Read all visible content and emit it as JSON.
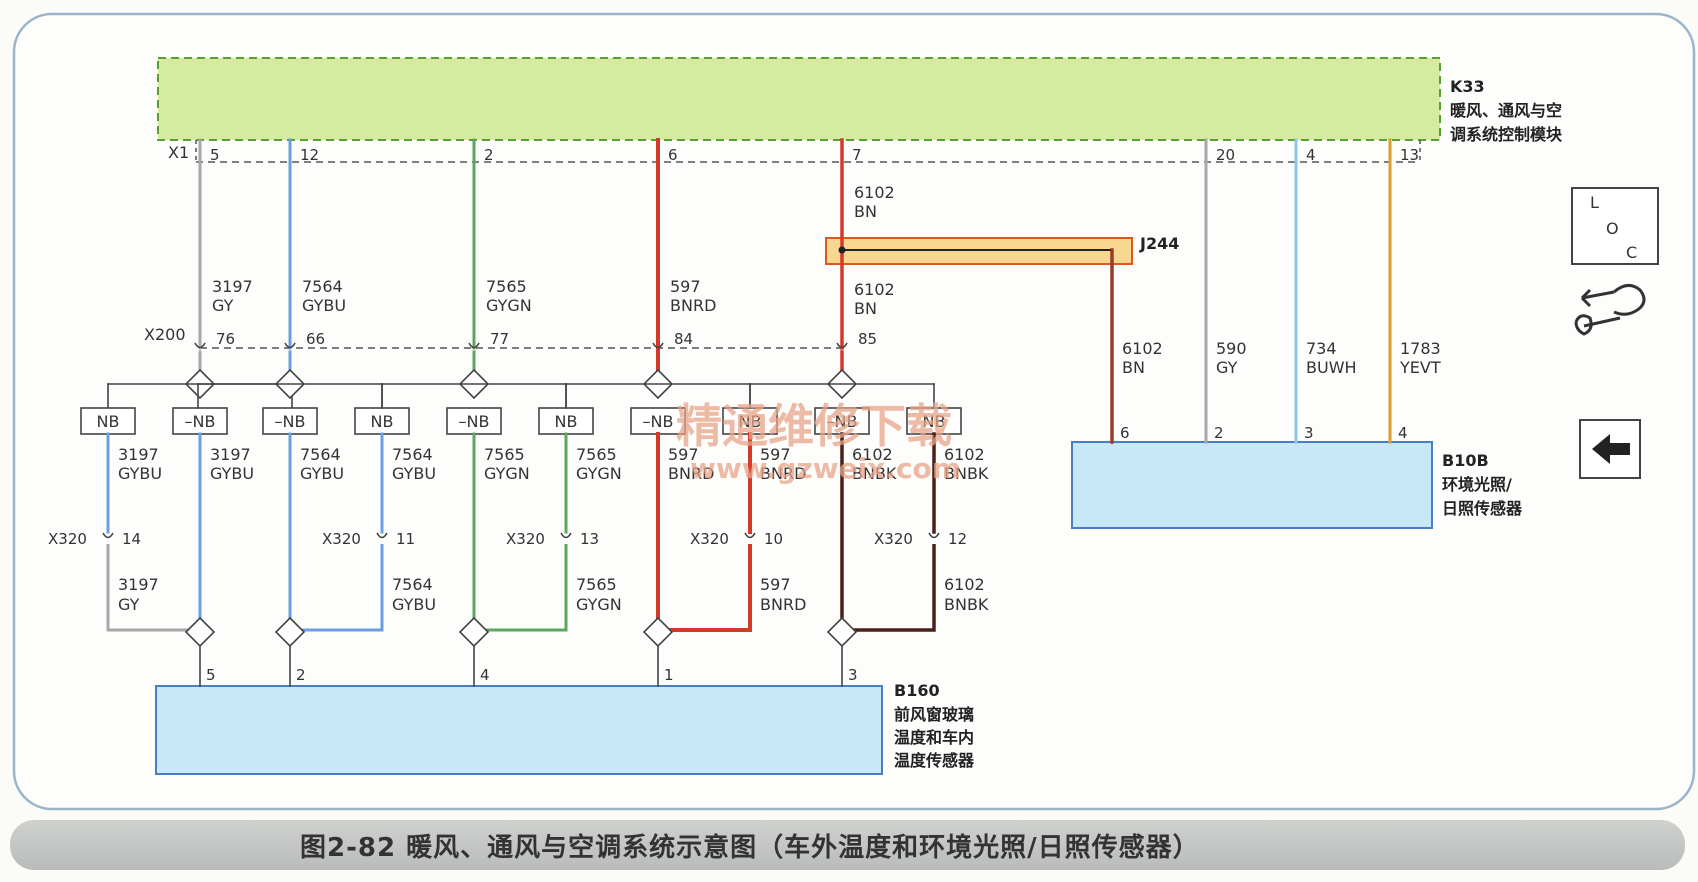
{
  "title": "图2-82   暖风、通风与空调系统示意图（车外温度和环境光照/日照传感器）",
  "modules": {
    "k33": {
      "id": "K33",
      "line1": "暖风、通风与空",
      "line2": "调系统控制模块",
      "connector": "X1"
    },
    "j244": {
      "id": "J244"
    },
    "b10b": {
      "id": "B10B",
      "line1": "环境光照/",
      "line2": "日照传感器"
    },
    "b160": {
      "id": "B160",
      "line1": "前风窗玻璃",
      "line2": "温度和车内",
      "line3": "温度传感器"
    }
  },
  "k33_pins": [
    "5",
    "12",
    "2",
    "6",
    "7",
    "20",
    "4",
    "13"
  ],
  "x200": {
    "label": "X200",
    "pins": [
      "76",
      "66",
      "77",
      "84",
      "85"
    ]
  },
  "b160_pins": [
    "5",
    "2",
    "4",
    "1",
    "3"
  ],
  "b10b_pins": [
    "6",
    "2",
    "3",
    "4"
  ],
  "x320_label": "X320",
  "x320_pins": [
    "14",
    "11",
    "13",
    "10",
    "12"
  ],
  "nb_labels": {
    "nb": "NB",
    "not_nb": "–NB"
  },
  "upper_wires": [
    {
      "num": "3197",
      "color": "GY"
    },
    {
      "num": "7564",
      "color": "GYBU"
    },
    {
      "num": "7565",
      "color": "GYGN"
    },
    {
      "num": "597",
      "color": "BNRD"
    },
    {
      "num": "6102",
      "color": "BN"
    }
  ],
  "top_wire_7": {
    "num": "6102",
    "color": "BN"
  },
  "branch_wires": [
    {
      "left": {
        "num": "3197",
        "color": "GYBU"
      },
      "right": {
        "num": "3197",
        "color": "GYBU"
      }
    },
    {
      "left": {
        "num": "7564",
        "color": "GYBU"
      },
      "right": {
        "num": "7564",
        "color": "GYBU"
      }
    },
    {
      "left": {
        "num": "7565",
        "color": "GYGN"
      },
      "right": {
        "num": "7565",
        "color": "GYGN"
      }
    },
    {
      "left": {
        "num": "597",
        "color": "BNRD"
      },
      "right": {
        "num": "597",
        "color": "BNRD"
      }
    },
    {
      "left": {
        "num": "6102",
        "color": "BNBK"
      },
      "right": {
        "num": "6102",
        "color": "BNBK"
      }
    }
  ],
  "lower_wires": [
    {
      "num": "3197",
      "color": "GY"
    },
    {
      "num": "7564",
      "color": "GYBU"
    },
    {
      "num": "7565",
      "color": "GYGN"
    },
    {
      "num": "597",
      "color": "BNRD"
    },
    {
      "num": "6102",
      "color": "BNBK"
    }
  ],
  "right_wires": [
    {
      "num": "6102",
      "color": "BN"
    },
    {
      "num": "590",
      "color": "GY"
    },
    {
      "num": "734",
      "color": "BUWH"
    },
    {
      "num": "1783",
      "color": "YEVT"
    }
  ],
  "loc_icon": {
    "l": "L",
    "o": "O",
    "c": "C"
  },
  "watermark": {
    "line1": "精通维修下载",
    "line2": "www.gzweix.com"
  },
  "colors": {
    "gy": "#a8a8a8",
    "gybu": "#6a9ee0",
    "gygn": "#5aa860",
    "bnrd": "#d33a2a",
    "bn": "#9a3b2a",
    "bnbk": "#4a2018",
    "buwh": "#8cc8f0",
    "yevt": "#d8a030",
    "module_green": "#d4eba0",
    "sensor_blue": "#c8e8f8"
  }
}
